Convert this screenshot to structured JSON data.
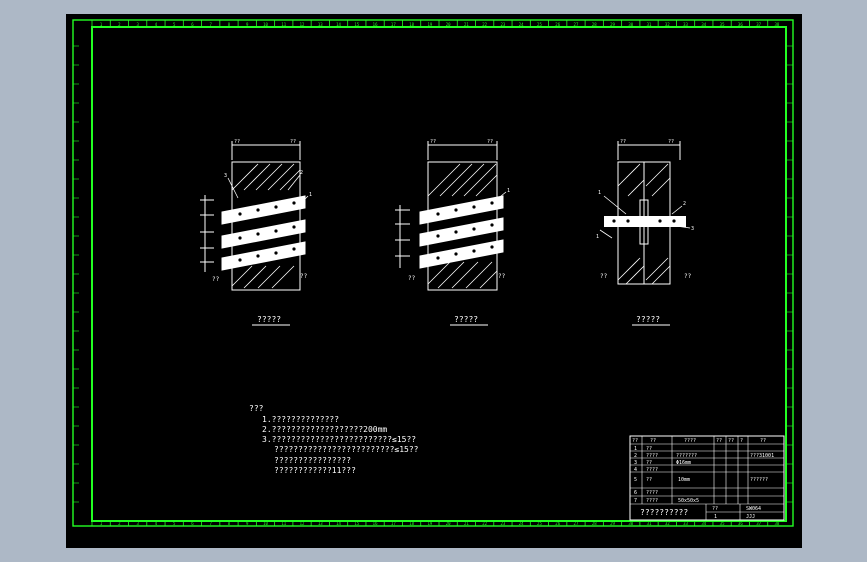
{
  "viewport": {
    "background": "#adb8c6",
    "canvas": "#000000",
    "frame": "#22ff22",
    "ink": "#ffffff",
    "accent": "#ff3333"
  },
  "views": [
    {
      "caption": "?????",
      "dim_left": "??",
      "dim_right": "??",
      "label_left": "??",
      "label_right": "??",
      "callouts": [
        "3",
        "2",
        "1"
      ]
    },
    {
      "caption": "?????",
      "dim_left": "??",
      "dim_right": "??",
      "label_left": "??",
      "label_right": "??",
      "callouts": [
        "1"
      ]
    },
    {
      "caption": "?????",
      "dim_left": "??",
      "dim_right": "??",
      "label_left": "??",
      "label_right": "??",
      "callouts": [
        "1",
        "2",
        "3",
        "1"
      ]
    }
  ],
  "notes": {
    "heading": "???",
    "lines": [
      "1.??????????????",
      "2.???????????????????200mm",
      "3.?????????????????????????≤15??",
      "?????????????????????????≤15??",
      "????????????????",
      "????????????11???"
    ]
  },
  "title_block": {
    "header": [
      "??",
      "??",
      "????",
      "??",
      "??",
      "?",
      "??"
    ],
    "rows": [
      {
        "no": "1",
        "code": "??",
        "name": "",
        "extra": ""
      },
      {
        "no": "2",
        "code": "????",
        "name": "???????",
        "extra": "???31001"
      },
      {
        "no": "3",
        "code": "??",
        "name": "Φ16mm",
        "extra": ""
      },
      {
        "no": "4",
        "code": "????",
        "name": "",
        "extra": ""
      },
      {
        "no": "5",
        "code": "??",
        "name": "10mm",
        "extra": "??????"
      },
      {
        "no": "6",
        "code": "????",
        "name": "",
        "extra": ""
      },
      {
        "no": "7",
        "code": "????",
        "name": "50x50x5",
        "extra": ""
      }
    ],
    "drawing_title": "??????????",
    "meta_label": "??",
    "meta_value": "SW064",
    "scale_label": "1",
    "sheet": "JJJ"
  },
  "ruler_labels": [
    "1",
    "2",
    "3",
    "4",
    "5",
    "6",
    "7",
    "8",
    "9",
    "10",
    "11",
    "12",
    "13",
    "14",
    "15",
    "16",
    "17",
    "18",
    "19",
    "20",
    "21",
    "22",
    "23",
    "24",
    "25",
    "26",
    "27",
    "28",
    "29",
    "30",
    "31",
    "32",
    "33",
    "34",
    "35",
    "36",
    "37",
    "38"
  ]
}
